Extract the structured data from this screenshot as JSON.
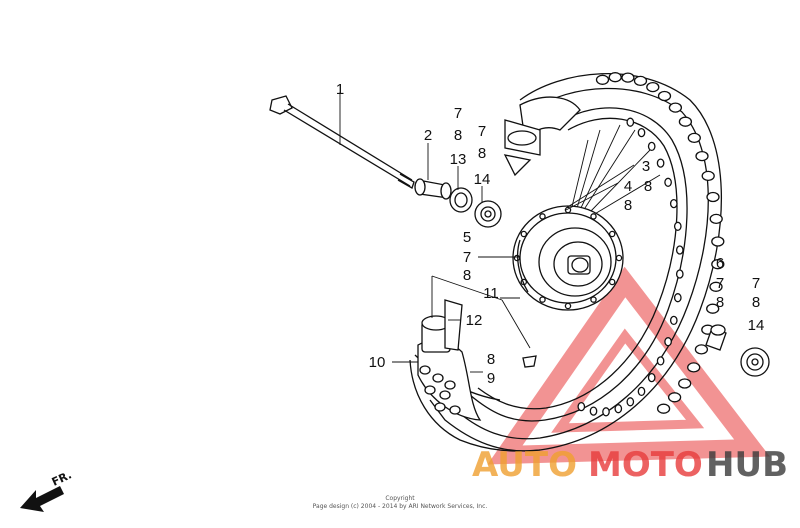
{
  "callouts": {
    "c1": "1",
    "c2": "2",
    "c3": "3",
    "c4": "4",
    "c5": "5",
    "c6": "6",
    "c7": "7",
    "c8": "8",
    "c9": "9",
    "c10": "10",
    "c11": "11",
    "c12": "12",
    "c13": "13",
    "c14": "14"
  },
  "direction_label": "FR.",
  "copyright": {
    "line1": "Copyright",
    "line2": "Page design (c) 2004 - 2014 by ARI Network Services, Inc."
  },
  "watermark": {
    "part1": "AUTO",
    "part2": "MOTO",
    "part3": "HUB",
    "color_a": "#f0a030",
    "color_b": "#e83c3c",
    "color_c": "#3a3a3a"
  }
}
